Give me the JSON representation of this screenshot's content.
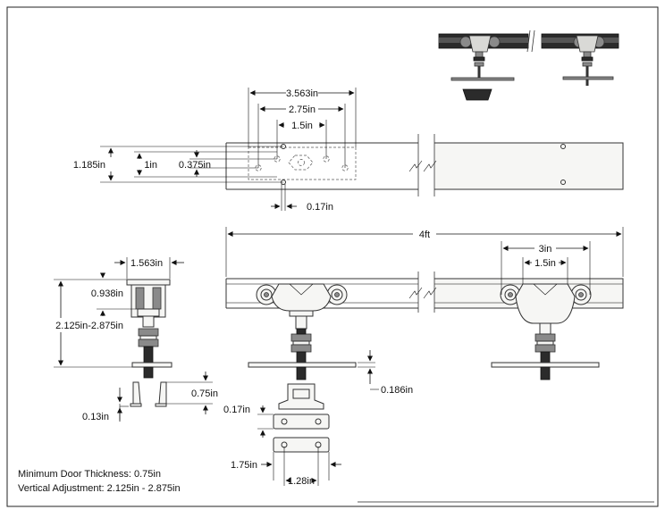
{
  "dimensions": {
    "d_3_563": "3.563in",
    "d_2_75": "2.75in",
    "d_1_5_top": "1.5in",
    "d_1_185": "1.185in",
    "d_1": "1in",
    "d_0_375": "0.375in",
    "d_0_17_top": "0.17in",
    "d_4ft": "4ft",
    "d_3in": "3in",
    "d_1_5_right": "1.5in",
    "d_1_563": "1.563in",
    "d_0_938": "0.938in",
    "d_adjust": "2.125in-2.875in",
    "d_0_75": "0.75in",
    "d_0_13": "0.13in",
    "d_0_186": "0.186in",
    "d_0_17_plate": "0.17in",
    "d_1_75": "1.75in",
    "d_1_28": "1.28in"
  },
  "notes": {
    "min_thickness": "Minimum Door Thickness: 0.75in",
    "vertical_adjustment": "Vertical Adjustment: 2.125in - 2.875in"
  }
}
